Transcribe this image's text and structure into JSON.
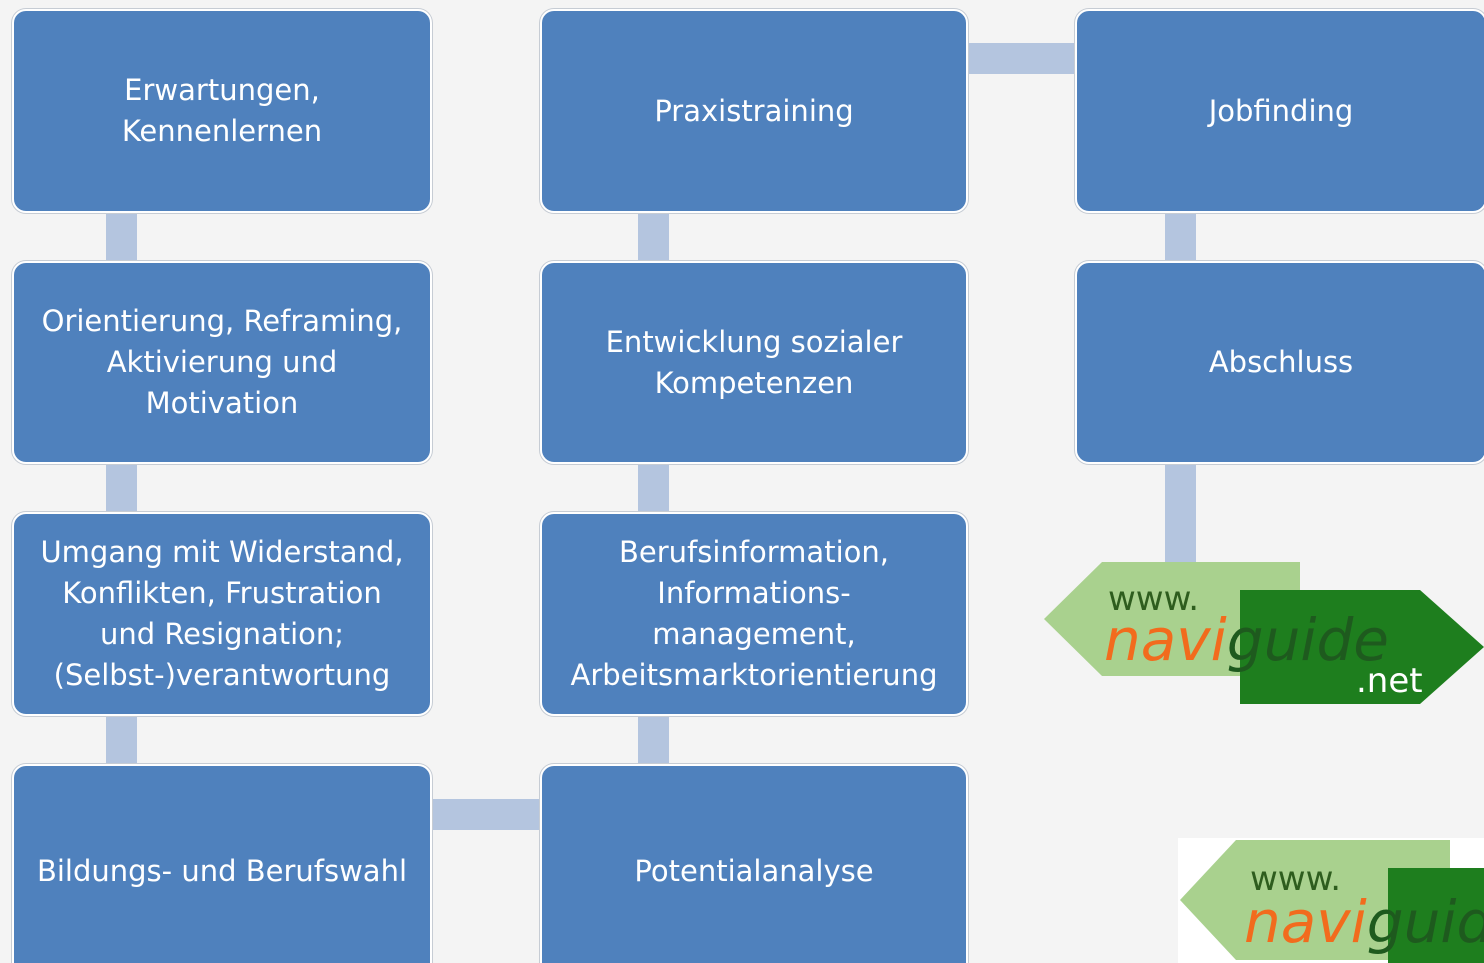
{
  "nodes": {
    "erwartungen": "Erwartungen,\nKennenlernen",
    "orientierung": "Orientierung, Reframing,\nAktivierung  und\nMotivation",
    "umgang": "Umgang mit Widerstand,\nKonflikten, Frustration\nund Resignation;\n(Selbst-)verantwortung",
    "bildung": "Bildungs- und Berufswahl",
    "praxistraining": "Praxistraining",
    "entwicklung": "Entwicklung sozialer\nKompetenzen",
    "berufsinformation": "Berufsinformation,\nInformations-\nmanagement,\nArbeitsmarktorientierung",
    "potentialanalyse": "Potentialanalyse",
    "jobfinding": "Jobfinding",
    "abschluss": "Abschluss"
  },
  "logo": {
    "www": "www.",
    "navi": "navi",
    "guide": "guide",
    "net": ".net",
    "colors": {
      "light_green": "#a9d18e",
      "dark_green": "#1e7e1e",
      "orange": "#f26b1d",
      "dark_text": "#2e5d1e"
    }
  },
  "colors": {
    "box": "#4f81bd",
    "connector": "#b4c5df",
    "background": "#f4f4f4"
  }
}
